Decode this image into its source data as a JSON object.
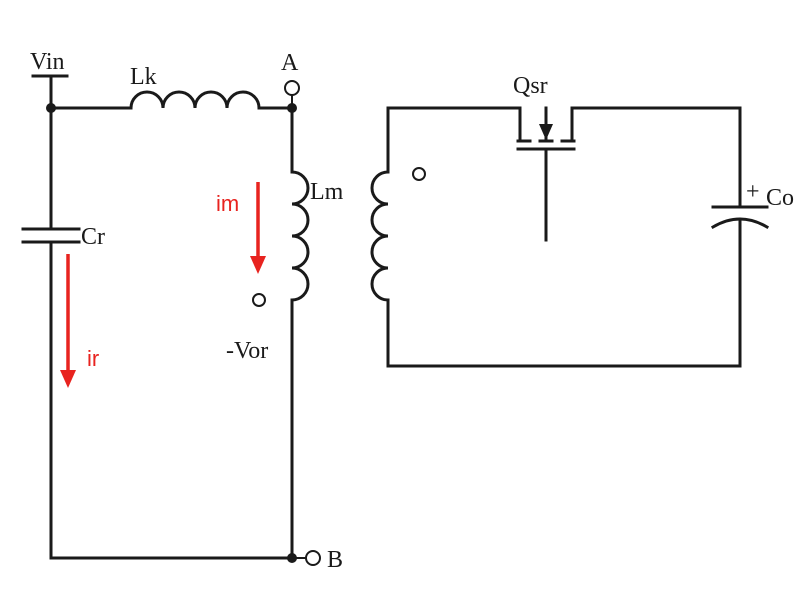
{
  "labels": {
    "vin": "Vin",
    "lk": "Lk",
    "node_a": "A",
    "node_b": "B",
    "lm": "Lm",
    "cr": "Cr",
    "vor": "-Vor",
    "qsr": "Qsr",
    "co": "Co",
    "co_plus": "+",
    "im": "im",
    "ir": "ir"
  },
  "colors": {
    "wire": "#1a1a1a",
    "current_arrow": "#e8231f"
  }
}
